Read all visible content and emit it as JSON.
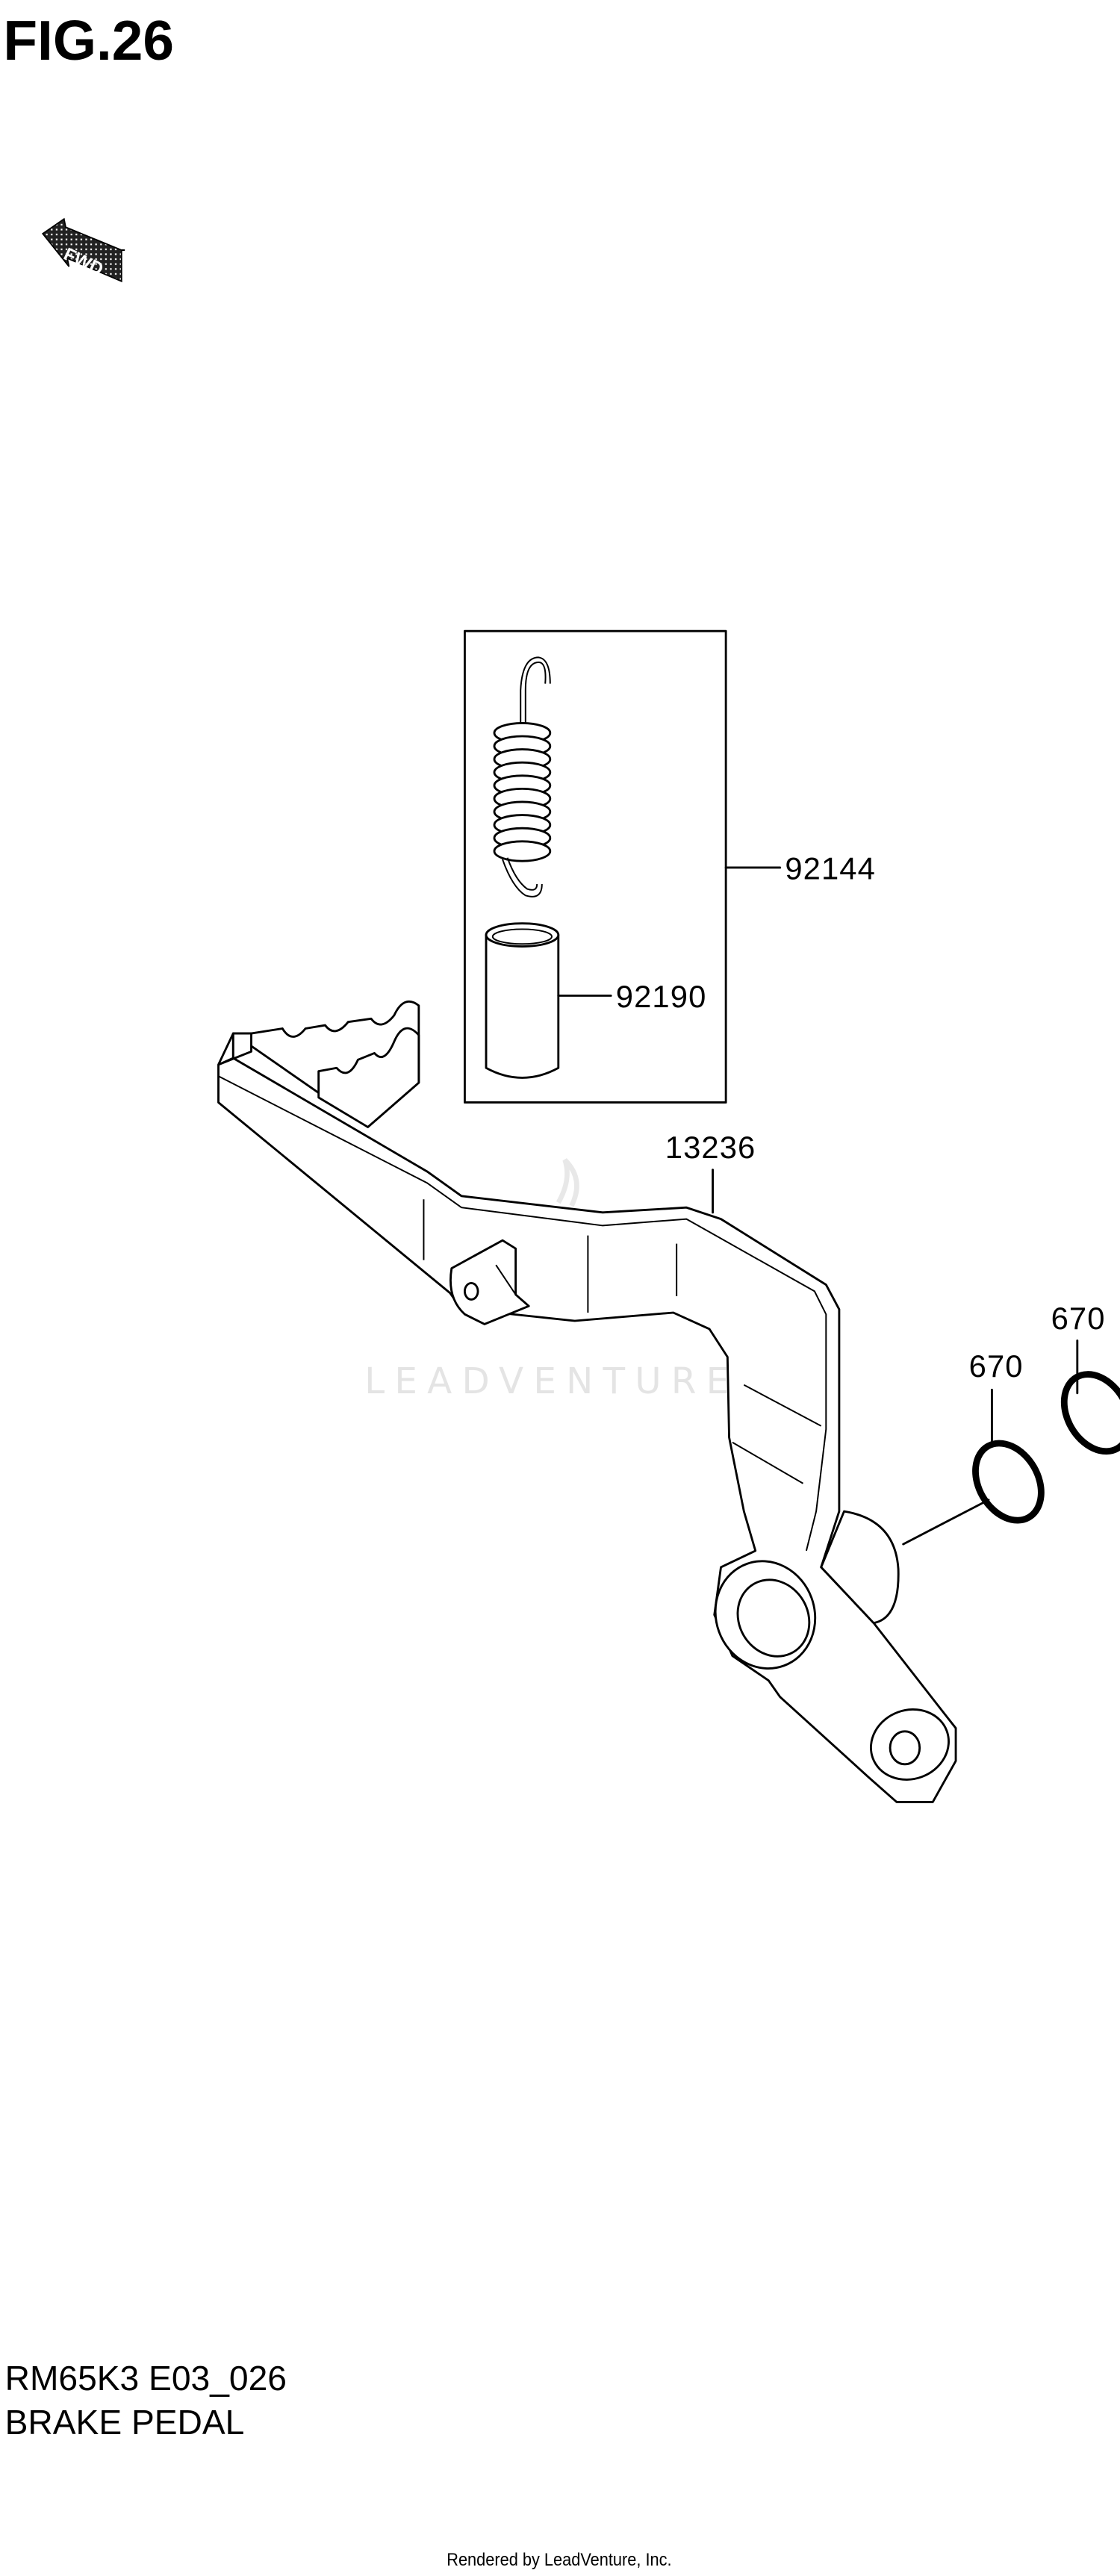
{
  "figure": {
    "title": "FIG.26",
    "direction_marker": {
      "label": "FWD",
      "icon": "fwd-arrow-icon"
    },
    "callouts": {
      "spring_kit": "92144",
      "sleeve": "92190",
      "brake_pedal": "13236",
      "o_ring_1": "670",
      "o_ring_2": "670"
    },
    "watermark": "LEADVENTURE",
    "caption": {
      "code": "RM65K3 E03_026",
      "name": "BRAKE PEDAL"
    },
    "credit": "Rendered by LeadVenture, Inc."
  }
}
